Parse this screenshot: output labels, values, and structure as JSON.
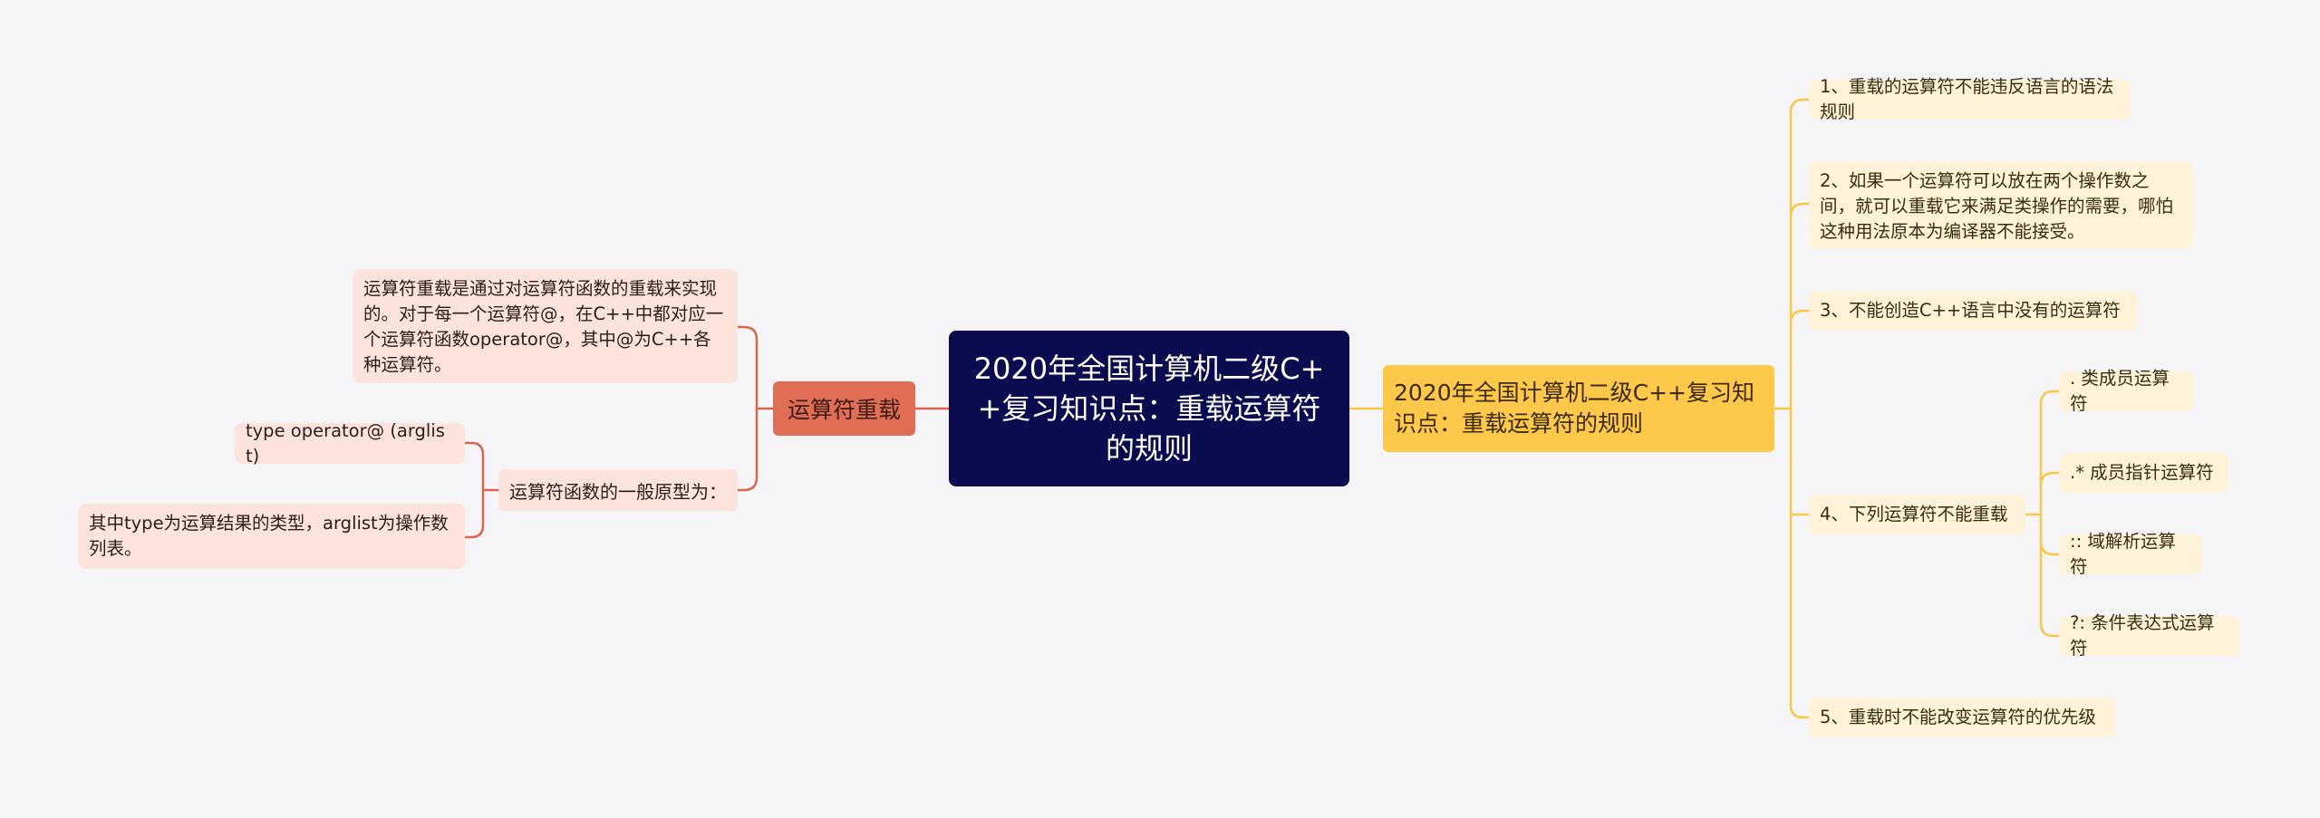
{
  "mindmap": {
    "root": "2020年全国计算机二级C++复习知识点：重载运算符的规则",
    "left": {
      "label": "运算符重载",
      "description": "运算符重载是通过对运算符函数的重载来实现的。对于每一个运算符@，在C++中都对应一个运算符函数operator@，其中@为C++各种运算符。",
      "prototype": {
        "label": "运算符函数的一般原型为：",
        "children": [
          "type operator@ (arglist)",
          "其中type为运算结果的类型，arglist为操作数列表。"
        ]
      }
    },
    "right": {
      "label": "2020年全国计算机二级C++复习知识点：重载运算符的规则",
      "rules": [
        "1、重载的运算符不能违反语言的语法规则",
        "2、如果一个运算符可以放在两个操作数之间，就可以重载它来满足类操作的需要，哪怕这种用法原本为编译器不能接受。",
        "3、不能创造C++语言中没有的运算符",
        "4、下列运算符不能重载",
        "5、重载时不能改变运算符的优先级"
      ],
      "non_overloadable": [
        ". 类成员运算符",
        ".* 成员指针运算符",
        ":: 域解析运算符",
        "?: 条件表达式运算符"
      ]
    },
    "colors": {
      "background": "#f5f5f7",
      "root": "#0a0c4f",
      "left_branch": "#e06e55",
      "left_leaf": "#fce3dc",
      "right_branch": "#fec84b",
      "right_leaf": "#fef3d8",
      "left_line": "#d9654d",
      "right_line": "#f7c748"
    }
  }
}
